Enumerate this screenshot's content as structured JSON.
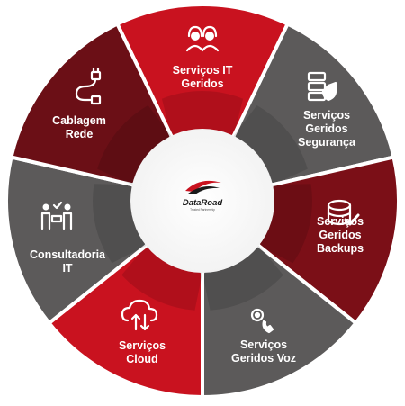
{
  "logo": {
    "text": "DataRoad",
    "tagline": "Trusted Partnership"
  },
  "segments": [
    {
      "id": "servicos-it-geridos",
      "lines": [
        "Serviços IT",
        "Geridos"
      ],
      "icon": "headset-support-icon",
      "color": "#c9121f"
    },
    {
      "id": "servicos-geridos-seguranca",
      "lines": [
        "Serviços",
        "Geridos",
        "Segurança"
      ],
      "icon": "server-shield-icon",
      "color": "#5c5a5a"
    },
    {
      "id": "servicos-geridos-backups",
      "lines": [
        "Serviços",
        "Geridos",
        "Backups"
      ],
      "icon": "database-check-icon",
      "color": "#7b0f17"
    },
    {
      "id": "servicos-geridos-voz",
      "lines": [
        "Serviços",
        "Geridos Voz"
      ],
      "icon": "phone-gear-icon",
      "color": "#5c5a5a"
    },
    {
      "id": "servicos-cloud",
      "lines": [
        "Serviços",
        "Cloud"
      ],
      "icon": "cloud-transfer-icon",
      "color": "#c9121f"
    },
    {
      "id": "consultadoria-it",
      "lines": [
        "Consultadoria",
        "IT"
      ],
      "icon": "team-meeting-icon",
      "color": "#5c5a5a"
    },
    {
      "id": "cablagem-rede",
      "lines": [
        "Cablagem",
        "Rede"
      ],
      "icon": "cable-plug-icon",
      "color": "#6b0f16"
    }
  ]
}
